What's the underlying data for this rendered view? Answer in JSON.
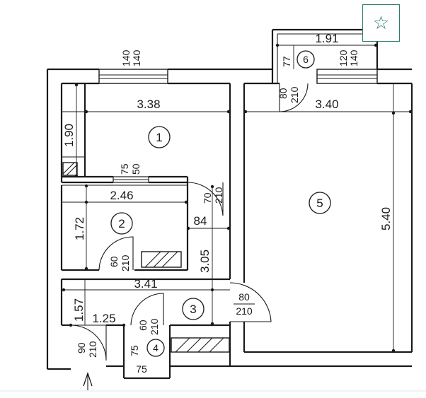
{
  "favorite": {
    "icon": "☆"
  },
  "rooms": [
    "1",
    "2",
    "3",
    "4",
    "5",
    "6"
  ],
  "dimensions": {
    "w_140a": "140",
    "w_140b": "140",
    "r1_width": "3.38",
    "r1_depth": "1.90",
    "d_75": "75",
    "d_50": "50",
    "r2_width": "2.46",
    "r2_depth": "1.72",
    "d_70": "70",
    "d_210a": "210",
    "d_84": "84",
    "d_60a": "60",
    "d_210b": "210",
    "r3_height": "3.05",
    "r3_width": "3.41",
    "d_80a": "80",
    "d_210c": "210",
    "r_157": "1.57",
    "r_125": "1.25",
    "d_60b": "60",
    "d_210d": "210",
    "d_90": "90",
    "d_210e": "210",
    "d_75b_top": "75",
    "d_75b": "75",
    "bal_width": "1.91",
    "bal_77": "77",
    "w_120": "120",
    "w_140c": "140",
    "d_80b": "80",
    "d_210f": "210",
    "r5_width": "3.40",
    "r5_depth": "5.40"
  }
}
